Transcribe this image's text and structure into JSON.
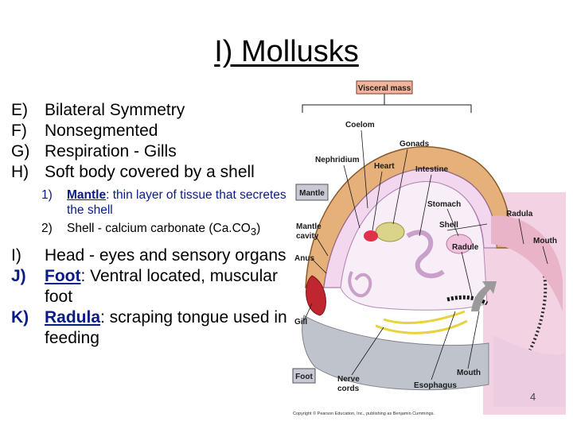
{
  "title": "I) Mollusks",
  "items": {
    "e": {
      "key": "E)",
      "text": "Bilateral Symmetry"
    },
    "f": {
      "key": "F)",
      "text": "Nonsegmented"
    },
    "g": {
      "key": "G)",
      "text": "Respiration - Gills"
    },
    "h": {
      "key": "H)",
      "text": "Soft body covered by a shell"
    },
    "sub1": {
      "key": "1)",
      "term": "Mantle",
      "text": ": thin layer of tissue that secretes the shell"
    },
    "sub2": {
      "key": "2)",
      "text_a": "Shell - calcium carbonate (Ca.CO",
      "sub": "3",
      "text_b": ")"
    },
    "i": {
      "key": "I)",
      "text": "Head - eyes and sensory organs"
    },
    "j": {
      "key": "J)",
      "term": "Foot",
      "text": ": Ventral located, muscular foot"
    },
    "k": {
      "key": "K)",
      "term": "Radula",
      "text": ": scraping tongue used in feeding"
    }
  },
  "figure": {
    "labels": {
      "visceral_mass": "Visceral mass",
      "coelom": "Coelom",
      "gonads": "Gonads",
      "nephridium": "Nephridium",
      "heart": "Heart",
      "intestine": "Intestine",
      "mantle": "Mantle",
      "stomach": "Stomach",
      "mantle_cavity": "Mantle cavity",
      "shell": "Shell",
      "radula_small": "Radule",
      "anus": "Anus",
      "gill": "Gill",
      "foot": "Foot",
      "nerve_cords": "Nerve cords",
      "esophagus": "Esophagus",
      "mouth_small": "Mouth",
      "radula_inset": "Radula",
      "mouth_inset": "Mouth"
    },
    "copyright": "Copyright © Pearson Education, Inc., publishing as Benjamin Cummings."
  },
  "page_number": "4"
}
